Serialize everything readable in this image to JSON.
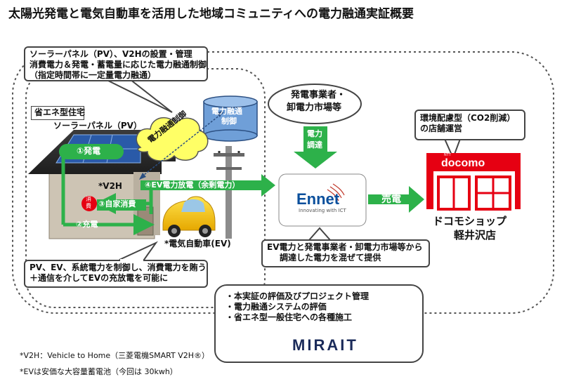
{
  "title": "太陽光発電と電気自動車を活用した地域コミュニティへの電力融通実証概要",
  "callout_top": {
    "lines": [
      "ソーラーパネル（PV）、V2Hの設置・管理",
      "消費電力＆発電・蓄電量に応じた電力融通制御",
      "（指定時間帯に一定量電力融通）"
    ]
  },
  "house_label": "省エネ型住宅",
  "solar_label": "ソーラーパネル（PV）",
  "db_label": [
    "電力融通",
    "制御"
  ],
  "cloud_label": "電力融通制御",
  "flows": {
    "generation": "①発電",
    "charge": "②充電",
    "self_consumption": "③自家消費",
    "ev_discharge": "④EV電力放電（余剰電力）"
  },
  "consumption_badge": [
    "消",
    "費"
  ],
  "v2h_label": "*V2H",
  "ev_label": "*電気自動車(EV)",
  "callout_bottom_left": {
    "lines": [
      "PV、EV、系統電力を制御し、消費電力を賄う",
      "＋通信を介してEVの充放電を可能に"
    ]
  },
  "market_label": [
    "発電事業者・",
    "卸電力市場等"
  ],
  "adjust_label": [
    "電力",
    "調達"
  ],
  "ennet": {
    "name": "Ennet",
    "tagline": "Innovating with ICT"
  },
  "sell_label": "売電",
  "callout_ennet": {
    "lines": [
      "EV電力と発電事業者・卸電力市場等から",
      "調達した電力を混ぜて提供"
    ]
  },
  "store_callout": {
    "lines": [
      "環境配慮型（CO2削減）",
      "の店舗運営"
    ]
  },
  "docomo": {
    "logo": "docomo",
    "prefix": "NTT"
  },
  "store_name": [
    "ドコモショップ",
    "軽井沢店"
  ],
  "mirait_box": {
    "lines": [
      "・本実証の評価及びプロジェクト管理",
      "・電力融通システムの評価",
      "・省エネ型一般住宅への各種施工"
    ],
    "logo": "MIRAIT"
  },
  "footnotes": [
    "*V2H：Vehicle to Home（三菱電機SMART V2H®）",
    "*EVは安価な大容量蓄電池（今回は 30kwh）"
  ],
  "colors": {
    "green": "#2db14a",
    "docomo_red": "#e60012",
    "ennet_blue": "#0a4f9c",
    "mirait_navy": "#1b2b5a",
    "db_blue": "#6f9fd8",
    "cloud_yellow": "#ffff66"
  }
}
